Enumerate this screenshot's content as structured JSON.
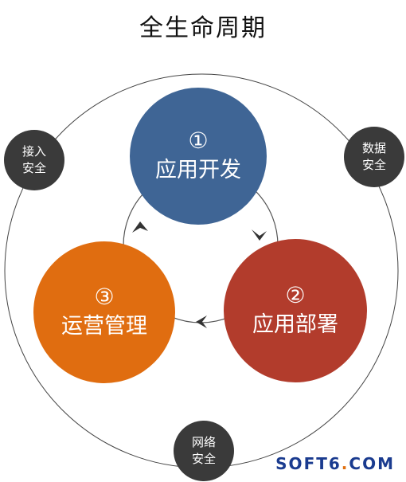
{
  "title": "全生命周期",
  "stages": [
    {
      "num": "①",
      "label": "应用开发",
      "color": "#3f6595"
    },
    {
      "num": "②",
      "label": "应用部署",
      "color": "#b23c2c"
    },
    {
      "num": "③",
      "label": "运营管理",
      "color": "#e06d10"
    }
  ],
  "security": [
    {
      "line1": "接入",
      "line2": "安全"
    },
    {
      "line1": "数据",
      "line2": "安全"
    },
    {
      "line1": "网络",
      "line2": "安全"
    }
  ],
  "watermark": {
    "prefix": "SOFT6",
    "dot": ".",
    "suffix": "COM"
  }
}
